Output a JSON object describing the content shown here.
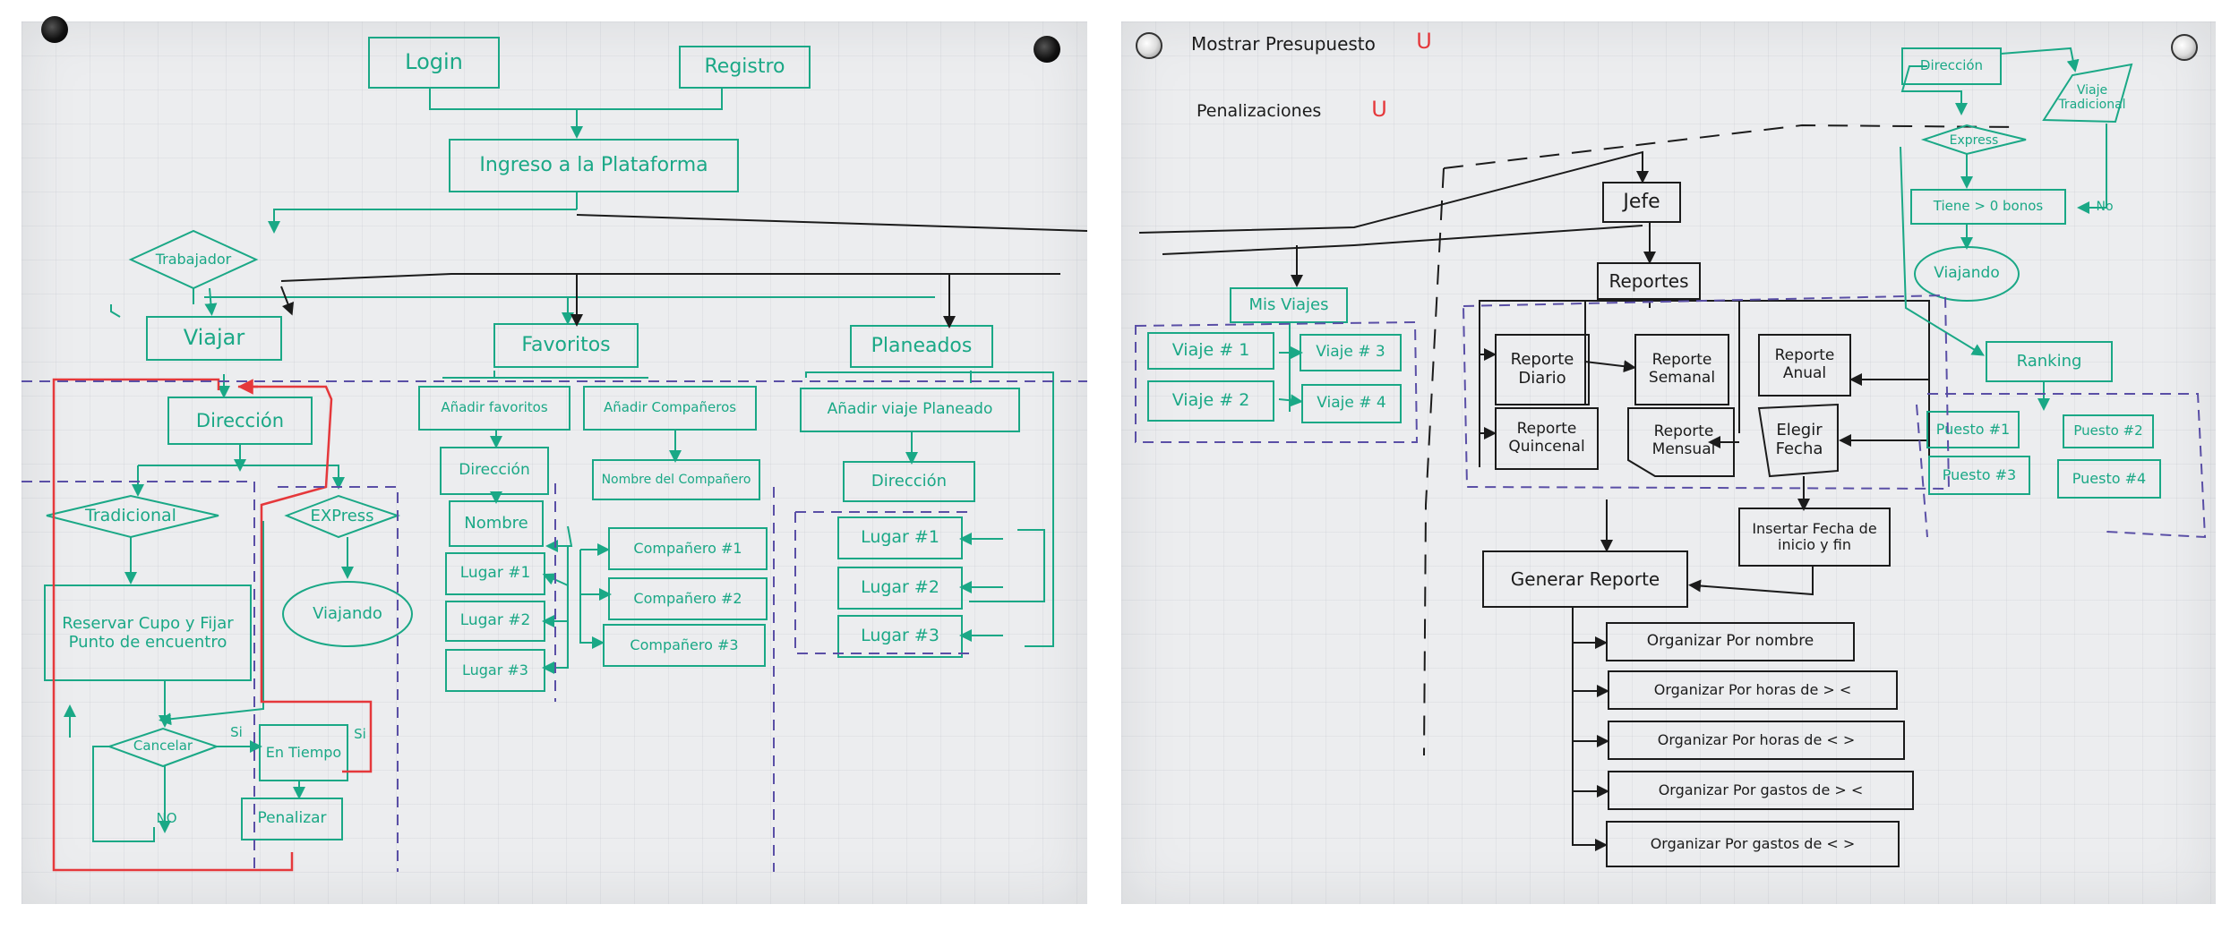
{
  "left": {
    "login": "Login",
    "registro": "Registro",
    "ingreso": "Ingreso a la Plataforma",
    "trabajador": "Trabajador",
    "viajar": "Viajar",
    "favoritos": "Favoritos",
    "planeados": "Planeados",
    "direccion": "Dirección",
    "tradicional": "Tradicional",
    "express": "EXPress",
    "reservar": "Reservar Cupo y Fijar Punto de encuentro",
    "viajando": "Viajando",
    "cancelar": "Cancelar",
    "si1": "Si",
    "si2": "Si",
    "no": "NO",
    "a_tiempo": "En Tiempo",
    "penalizar": "Penalizar",
    "anadir_favoritos": "Añadir favoritos",
    "fav_direccion": "Dirección",
    "fav_nombre": "Nombre",
    "fav_lugar1": "Lugar #1",
    "fav_lugar2": "Lugar #2",
    "fav_lugar3": "Lugar #3",
    "anadir_companeros": "Añadir Compañeros",
    "nombre_companero": "Nombre del Compañero",
    "companero1": "Compañero #1",
    "companero2": "Compañero #2",
    "companero3": "Compañero #3",
    "anadir_viaje": "Añadir viaje Planeado",
    "plan_direccion": "Dirección",
    "plan_lugar1": "Lugar #1",
    "plan_lugar2": "Lugar #2",
    "plan_lugar3": "Lugar #3"
  },
  "right": {
    "mostrar": "Mostrar Presupuesto",
    "mostrar_tag": "U",
    "penalizaciones": "Penalizaciones",
    "penal_tag": "U",
    "jefe": "Jefe",
    "reportes": "Reportes",
    "mis_viajes": "Mis Viajes",
    "viaje1": "Viaje # 1",
    "viaje2": "Viaje # 2",
    "viaje3": "Viaje # 3",
    "viaje4": "Viaje # 4",
    "reporte_diario": "Reporte Diario",
    "reporte_semanal": "Reporte Semanal",
    "reporte_anual": "Reporte Anual",
    "reporte_quincenal": "Reporte Quincenal",
    "reporte_mensual": "Reporte Mensual",
    "elegir_fecha": "Elegir Fecha",
    "insertar_fecha": "Insertar Fecha de inicio y fin",
    "generar_reporte": "Generar Reporte",
    "org1": "Organizar Por nombre",
    "org2": "Organizar Por horas de > <",
    "org3": "Organizar Por horas de < >",
    "org4": "Organizar Por gastos de > <",
    "org5": "Organizar Por gastos de < >",
    "direccion": "Dirección",
    "viaje_tradicional": "Viaje Tradicional",
    "express": "Express",
    "tiene_bonos": "Tiene > 0 bonos",
    "no": "No",
    "viajando": "Viajando",
    "ranking": "Ranking",
    "puesto1": "Puesto #1",
    "puesto2": "Puesto #2",
    "puesto3": "Puesto #3",
    "puesto4": "Puesto #4"
  },
  "colors": {
    "green_marker": "#1aa886",
    "black_marker": "#1b1b1b",
    "red_marker": "#e5383b",
    "purple_marker": "#5a4fa6",
    "board": "#ecedef"
  }
}
